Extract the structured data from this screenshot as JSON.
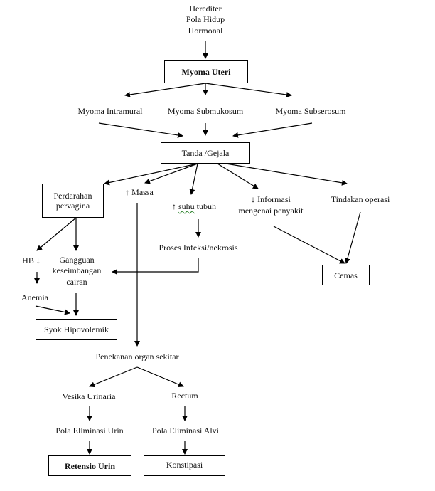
{
  "diagram": {
    "causes": [
      "Herediter",
      "Pola Hidup",
      "Hormonal"
    ],
    "root": "Myoma Uteri",
    "types": {
      "intramural": "Myoma Intramural",
      "submukosum": "Myoma Submukosum",
      "subserosum": "Myoma Subserosum"
    },
    "symptoms": "Tanda /Gejala",
    "branches": {
      "perdarahan": [
        "Perdarahan",
        "pervagina"
      ],
      "massa": "↑ Massa",
      "suhu_arrow": "↑ ",
      "suhu_word": "suhu",
      "suhu_rest": " tubuh",
      "informasi": [
        "↓ Informasi",
        "mengenai penyakit"
      ],
      "tindakan": "Tindakan operasi"
    },
    "hb": "HB ↓",
    "gangguan": [
      "Gangguan",
      "keseimbangan",
      "cairan"
    ],
    "infeksi": "Proses Infeksi/nekrosis",
    "cemas": "Cemas",
    "anemia": "Anemia",
    "syok": "Syok Hipovolemik",
    "penekanan": "Penekanan organ sekitar",
    "vesika": "Vesika Urinaria",
    "rectum": "Rectum",
    "eliminasi_urin": "Pola Eliminasi Urin",
    "eliminasi_alvi": "Pola Eliminasi Alvi",
    "retensio": "Retensio Urin",
    "konstipasi": "Konstipasi"
  }
}
